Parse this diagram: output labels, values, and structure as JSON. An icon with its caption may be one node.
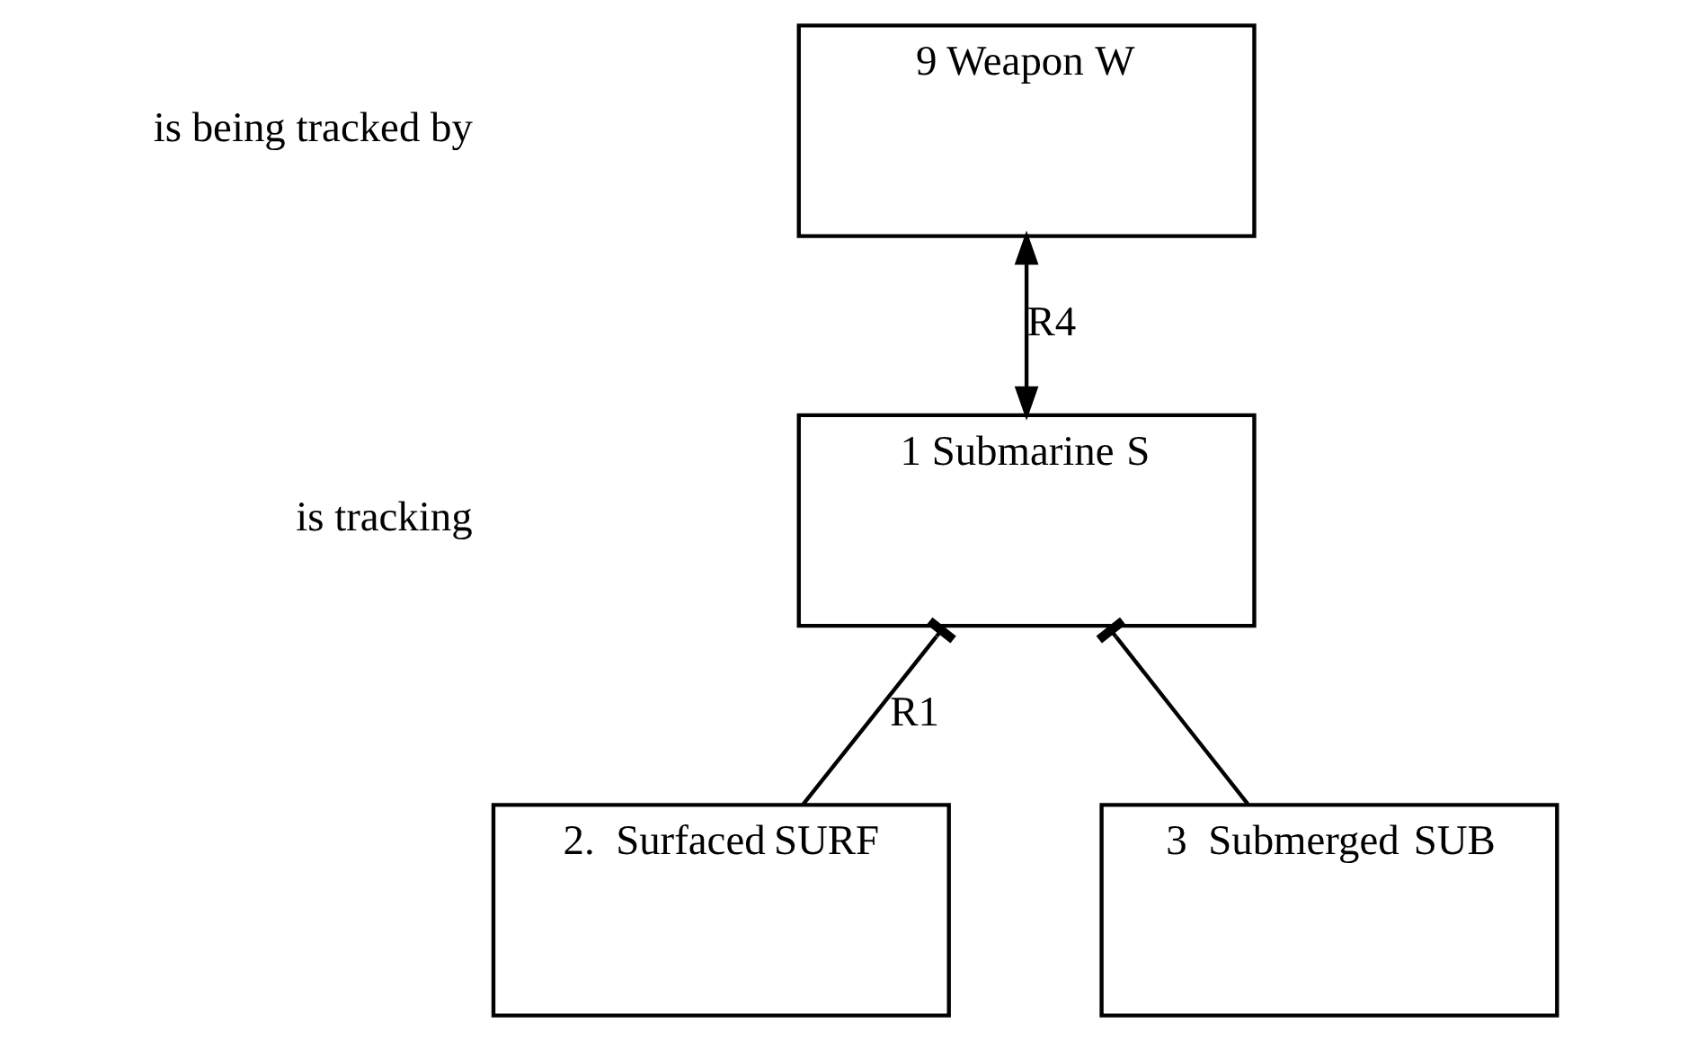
{
  "diagram": {
    "nodes": [
      {
        "text": [
          "9 Weapon",
          "W"
        ]
      },
      {
        "text": [
          "1 Submarine",
          "S"
        ]
      },
      {
        "text": [
          "2.  Surfaced",
          "SURF"
        ]
      },
      {
        "text": [
          "3  Submerged",
          "SUB"
        ]
      }
    ],
    "edges": [
      {
        "from": 0,
        "to": 1,
        "arrow": "both",
        "label": "R4"
      },
      {
        "from": 1,
        "to": 2,
        "arrow": "other",
        "label": "R1"
      },
      {
        "from": 1,
        "to": 3,
        "arrow": "other"
      }
    ],
    "labels": [
      "is being tracked by",
      "is tracking"
    ]
  }
}
